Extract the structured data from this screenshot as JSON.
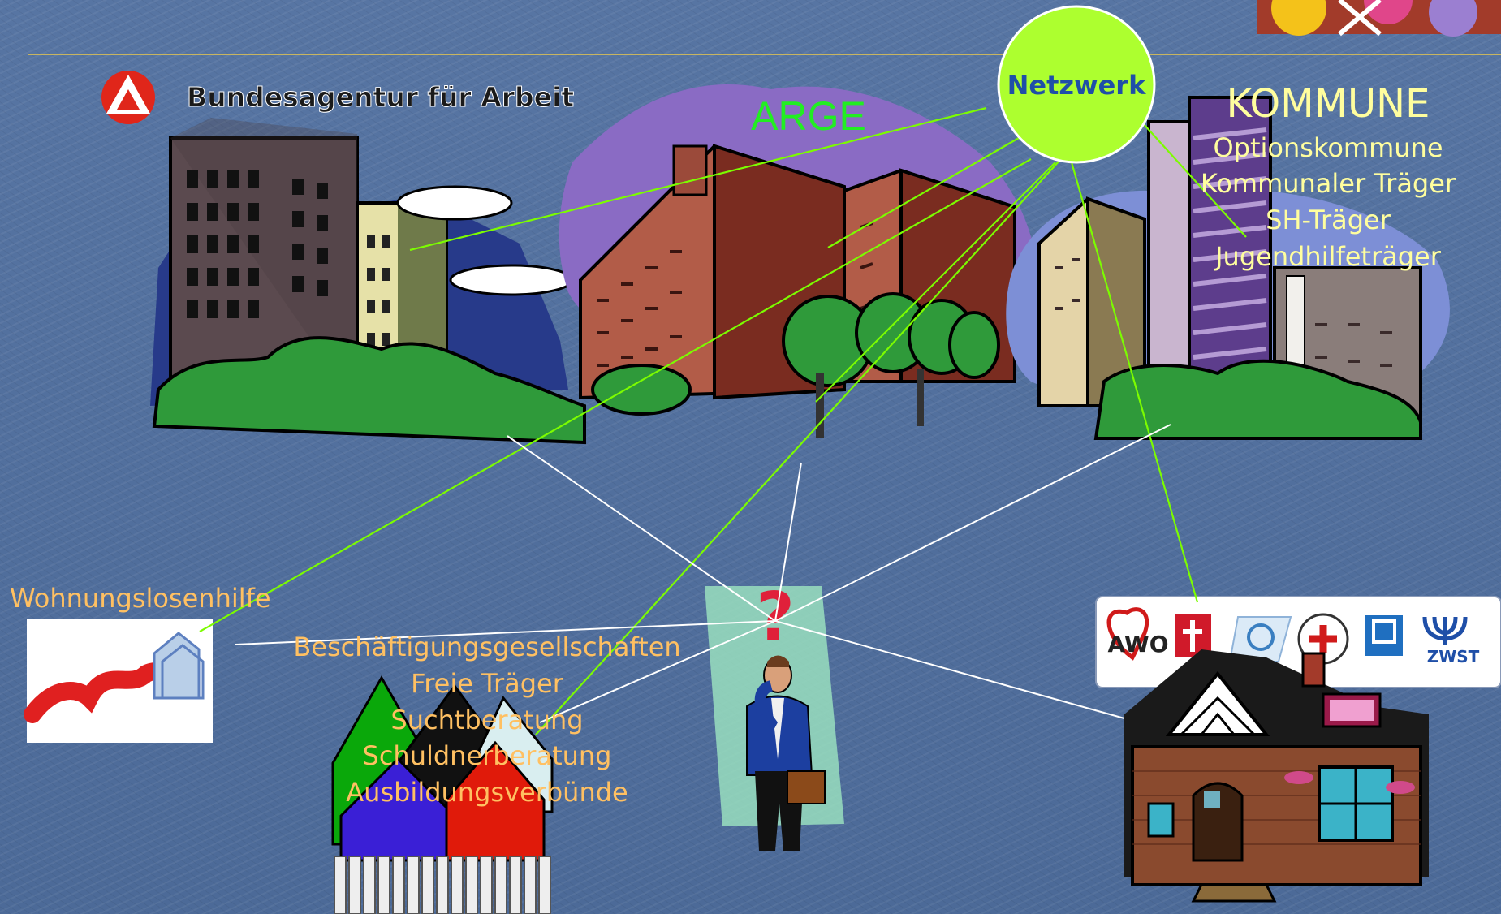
{
  "agency": {
    "name": "Bundesagentur für Arbeit"
  },
  "arge": {
    "label": "ARGE"
  },
  "network": {
    "label": "Netzwerk"
  },
  "kommune": {
    "title": "KOMMUNE",
    "items": [
      "Optionskommune",
      "Kommunaler Träger",
      "SH-Träger",
      "Jugendhilfeträger"
    ]
  },
  "homeless": {
    "label": "Wohnungslosenhilfe"
  },
  "providers": {
    "items": [
      "Beschäftigungsgesellschaften",
      "Freie Träger",
      "Suchtberatung",
      "Schuldnerberatung",
      "Ausbildungsverbünde"
    ]
  },
  "center": {
    "symbol": "?"
  },
  "welfare_logos": [
    "AWO",
    "ZWST",
    "DEUTSCHES ROTES KREUZ",
    "PARITÄT",
    "Diakonie"
  ],
  "colors": {
    "background": "#4f6e9c",
    "divider": "#c8b560",
    "network_fill": "#adff2f",
    "network_text": "#1f4fa8",
    "green_link": "#7cfc00",
    "white_link": "#ffffff",
    "arge_text": "#22ee22",
    "kommune_text": "#fffe9e",
    "orange_text": "#ffc062"
  }
}
